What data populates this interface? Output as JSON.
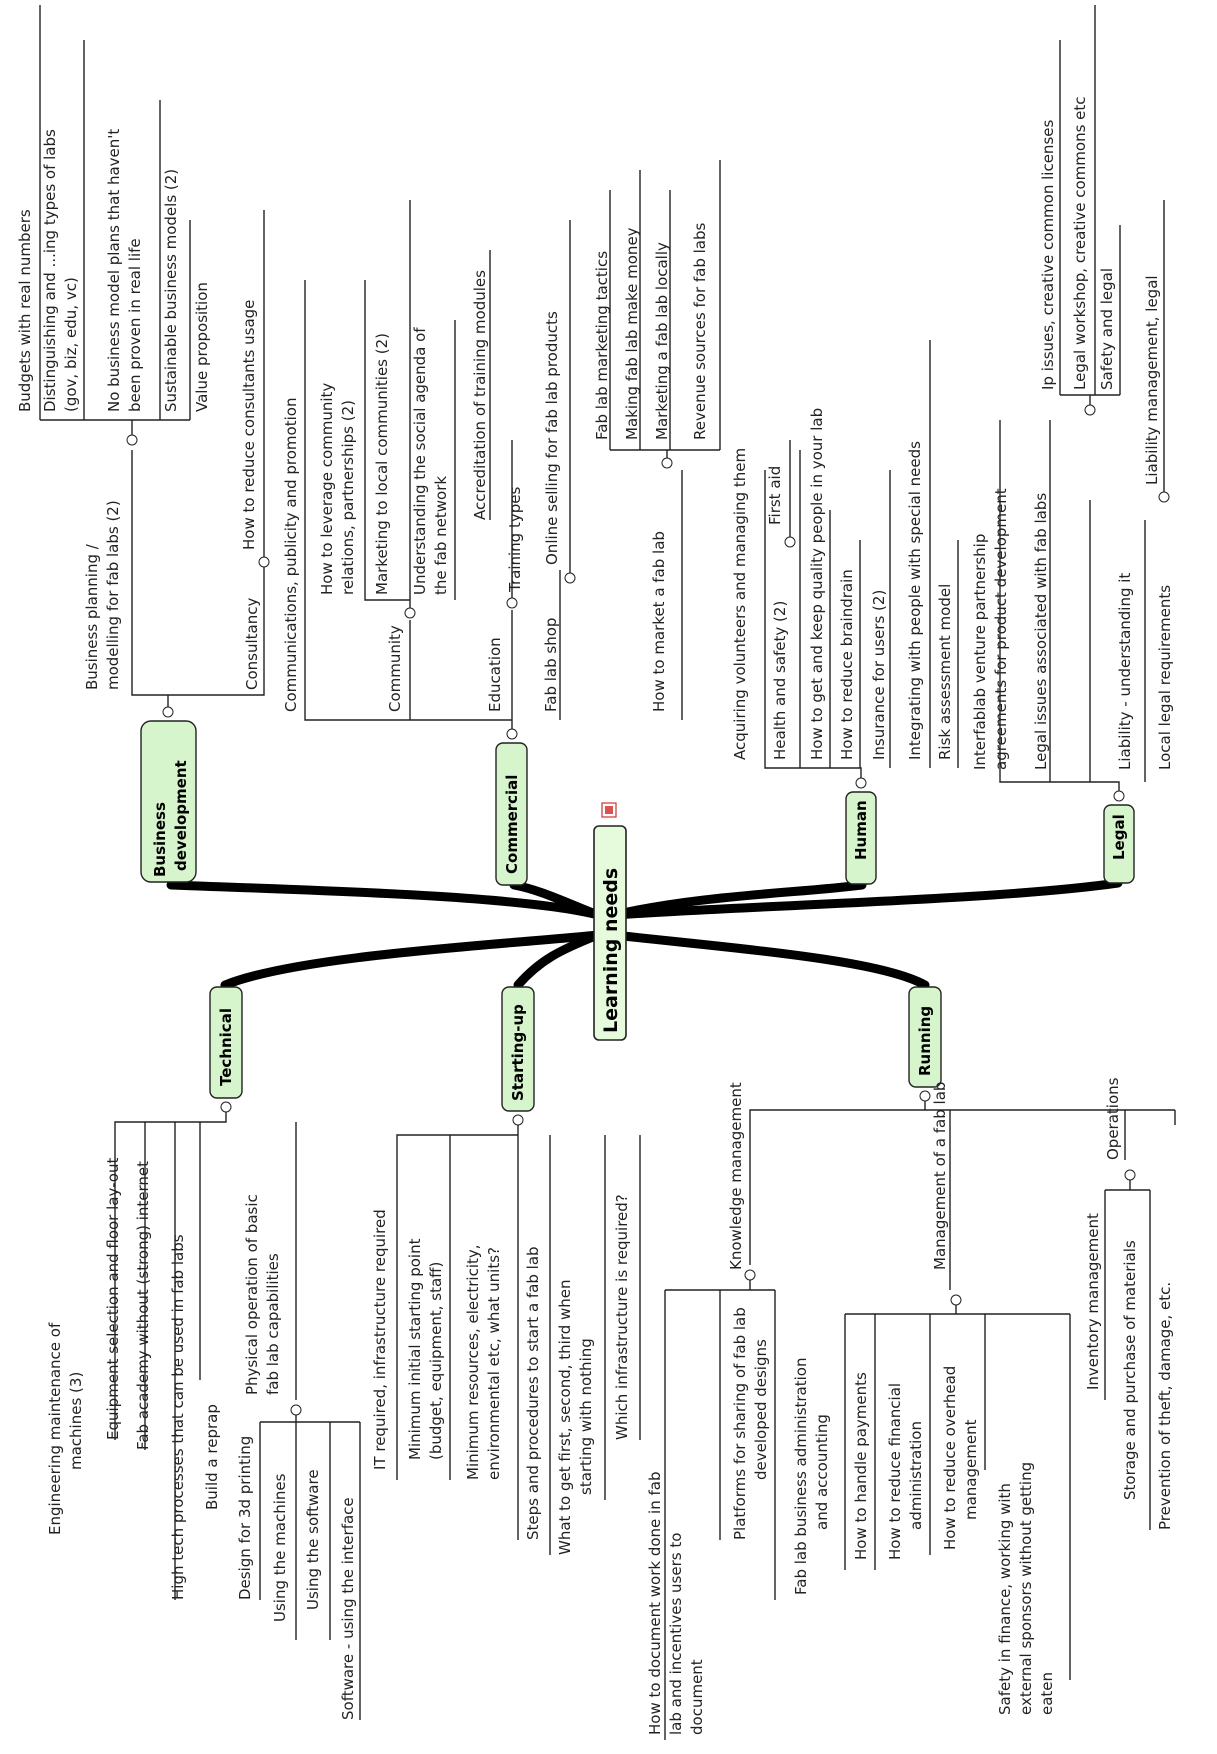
{
  "center": "Learning needs",
  "categories": {
    "business_development": "Business development",
    "commercial": "Commercial",
    "human": "Human",
    "legal": "Legal",
    "technical": "Technical",
    "starting_up": "Starting-up",
    "running": "Running"
  },
  "business_development": {
    "business_planning": "Business planning /",
    "business_planning_2": "modelling for fab labs (2)",
    "budgets": "Budgets with real numbers",
    "distinguishing_1": "Distinguishing and ...ing types of labs",
    "distinguishing_2": "(gov, biz, edu, vc)",
    "no_model_1": "No business model plans that haven't",
    "no_model_2": "been proven in real life",
    "sustainable": "Sustainable business models (2)",
    "value_prop": "Value proposition",
    "consultancy": "Consultancy",
    "reduce_consultants": "How to reduce consultants usage"
  },
  "commercial": {
    "communications": "Communications, publicity and promotion",
    "community": "Community",
    "leverage_1": "How to leverage community",
    "leverage_2": "relations, partnerships (2)",
    "marketing_local": "Marketing to local communities (2)",
    "social_agenda_1": "Understanding the social agenda of",
    "social_agenda_2": "the fab network",
    "education": "Education",
    "accreditation": "Accreditation of training modules",
    "training_types": "Training types",
    "fab_lab_shop": "Fab lab shop",
    "online_selling": "Online selling for fab lab products",
    "how_to_market": "How to market a fab lab",
    "marketing_tactics": "Fab lab marketing tactics",
    "make_money": "Making fab lab make money",
    "marketing_locally": "Marketing a fab lab locally",
    "revenue_sources": "Revenue sources for fab labs"
  },
  "human": {
    "volunteers": "Acquiring volunteers and managing them",
    "health_safety": "Health and safety (2)",
    "first_aid": "First aid",
    "quality_people": "How to get and keep quality people in your lab",
    "braindrain": "How to reduce braindrain",
    "insurance": "Insurance for users (2)",
    "special_needs": "Integrating with people with special needs",
    "risk": "Risk assessment model"
  },
  "legal": {
    "interfablab_1": "Interfablab venture partnership",
    "interfablab_2": "agreements for product development",
    "legal_issues": "Legal issues associated with fab labs",
    "ip_issues": "Ip issues, creative common licenses",
    "legal_workshop": "Legal workshop, creative commons etc",
    "safety_legal": "Safety and legal",
    "liability_understanding": "Liability - understanding it",
    "liability_management": "Liability management, legal",
    "local_legal": "Local legal requirements"
  },
  "technical": {
    "engineering_1": "Engineering maintenance of",
    "engineering_2": "machines (3)",
    "equipment_selection": "Equipment selection and floor lay-out",
    "fab_academy": "Fab academy without (strong) internet",
    "high_tech": "High tech processes that can be used in fab labs",
    "reprap": "Build a reprap",
    "physical_op_1": "Physical operation of basic",
    "physical_op_2": "fab lab capabilities",
    "design_3d": "Design for 3d printing",
    "using_machines": "Using the machines",
    "using_software": "Using the software",
    "software_interface": "Software - using the interface"
  },
  "starting_up": {
    "it_required": "IT required, infrastructure required",
    "min_initial_1": "Minimum initial starting point",
    "min_initial_2": "(budget, equipment, staff)",
    "min_resources_1": "Minimum resources, electricity,",
    "min_resources_2": "environmental etc, what units?",
    "steps": "Steps and procedures to start a fab lab",
    "first_second_1": "What to get first, second, third when",
    "first_second_2": "starting with nothing",
    "which_infra": "Which infrastructure is required?"
  },
  "running": {
    "knowledge_mgmt": "Knowledge management",
    "document_1": "How to document work done in fab",
    "document_2": "lab and incentives users to",
    "document_3": "document",
    "platforms_1": "Platforms for sharing of fab lab",
    "platforms_2": "developed designs",
    "management": "Management of a fab lab",
    "admin_1": "Fab lab business administration",
    "admin_2": "and accounting",
    "payments": "How to handle payments",
    "financial_1": "How to reduce financial",
    "financial_2": "administration",
    "overhead_1": "How to reduce overhead",
    "overhead_2": "management",
    "safety_finance_1": "Safety in finance, working with",
    "safety_finance_2": "external sponsors without getting",
    "safety_finance_3": "eaten",
    "operations": "Operations",
    "inventory": "Inventory management",
    "storage": "Storage and purchase of materials",
    "theft": "Prevention of theft, damage, etc."
  }
}
